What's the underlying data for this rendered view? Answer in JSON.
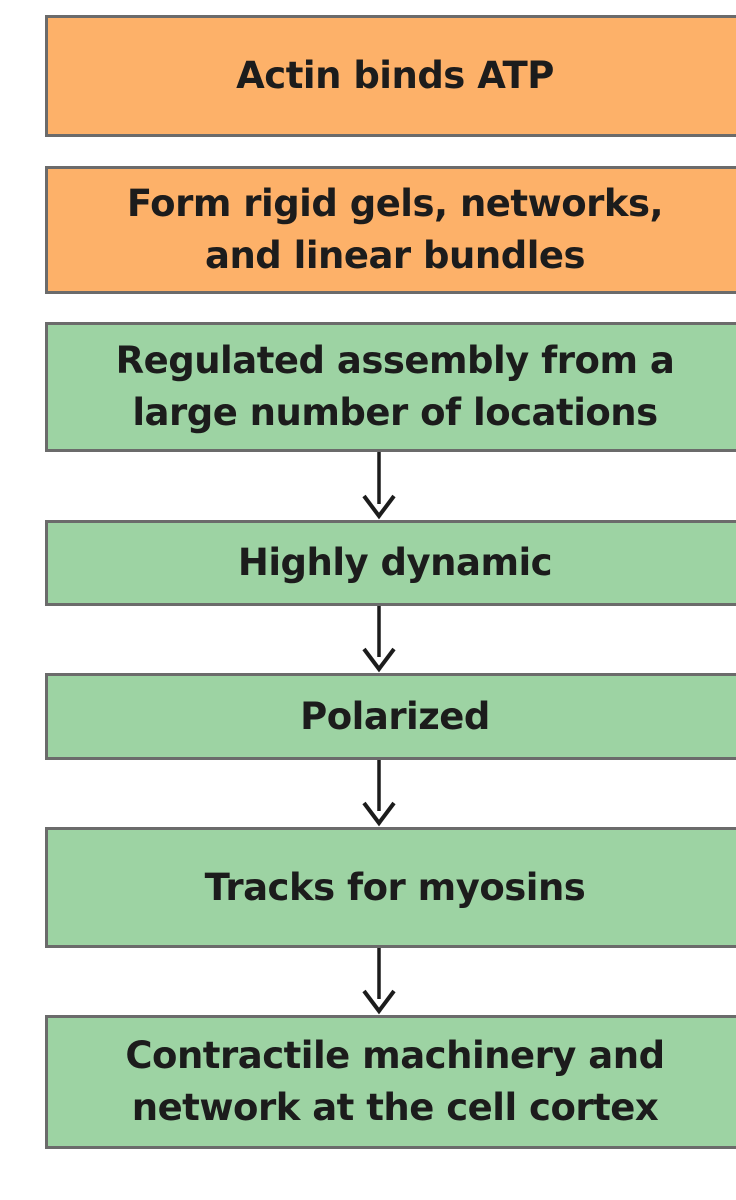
{
  "boxes": [
    {
      "label": "Actin binds ATP",
      "fill": "#fdb169"
    },
    {
      "label": "Form rigid gels, networks,\nand linear bundles",
      "fill": "#fdb169"
    },
    {
      "label": "Regulated assembly from a\nlarge number of locations",
      "fill": "#9dd3a3"
    },
    {
      "label": "Highly dynamic",
      "fill": "#9dd3a3"
    },
    {
      "label": "Polarized",
      "fill": "#9dd3a3"
    },
    {
      "label": "Tracks for myosins",
      "fill": "#9dd3a3"
    },
    {
      "label": "Contractile machinery and\nnetwork at the cell cortex",
      "fill": "#9dd3a3"
    }
  ],
  "colors": {
    "border": "#6b6b6b",
    "arrow": "#1c1c1c",
    "text": "#1c1c1c"
  }
}
